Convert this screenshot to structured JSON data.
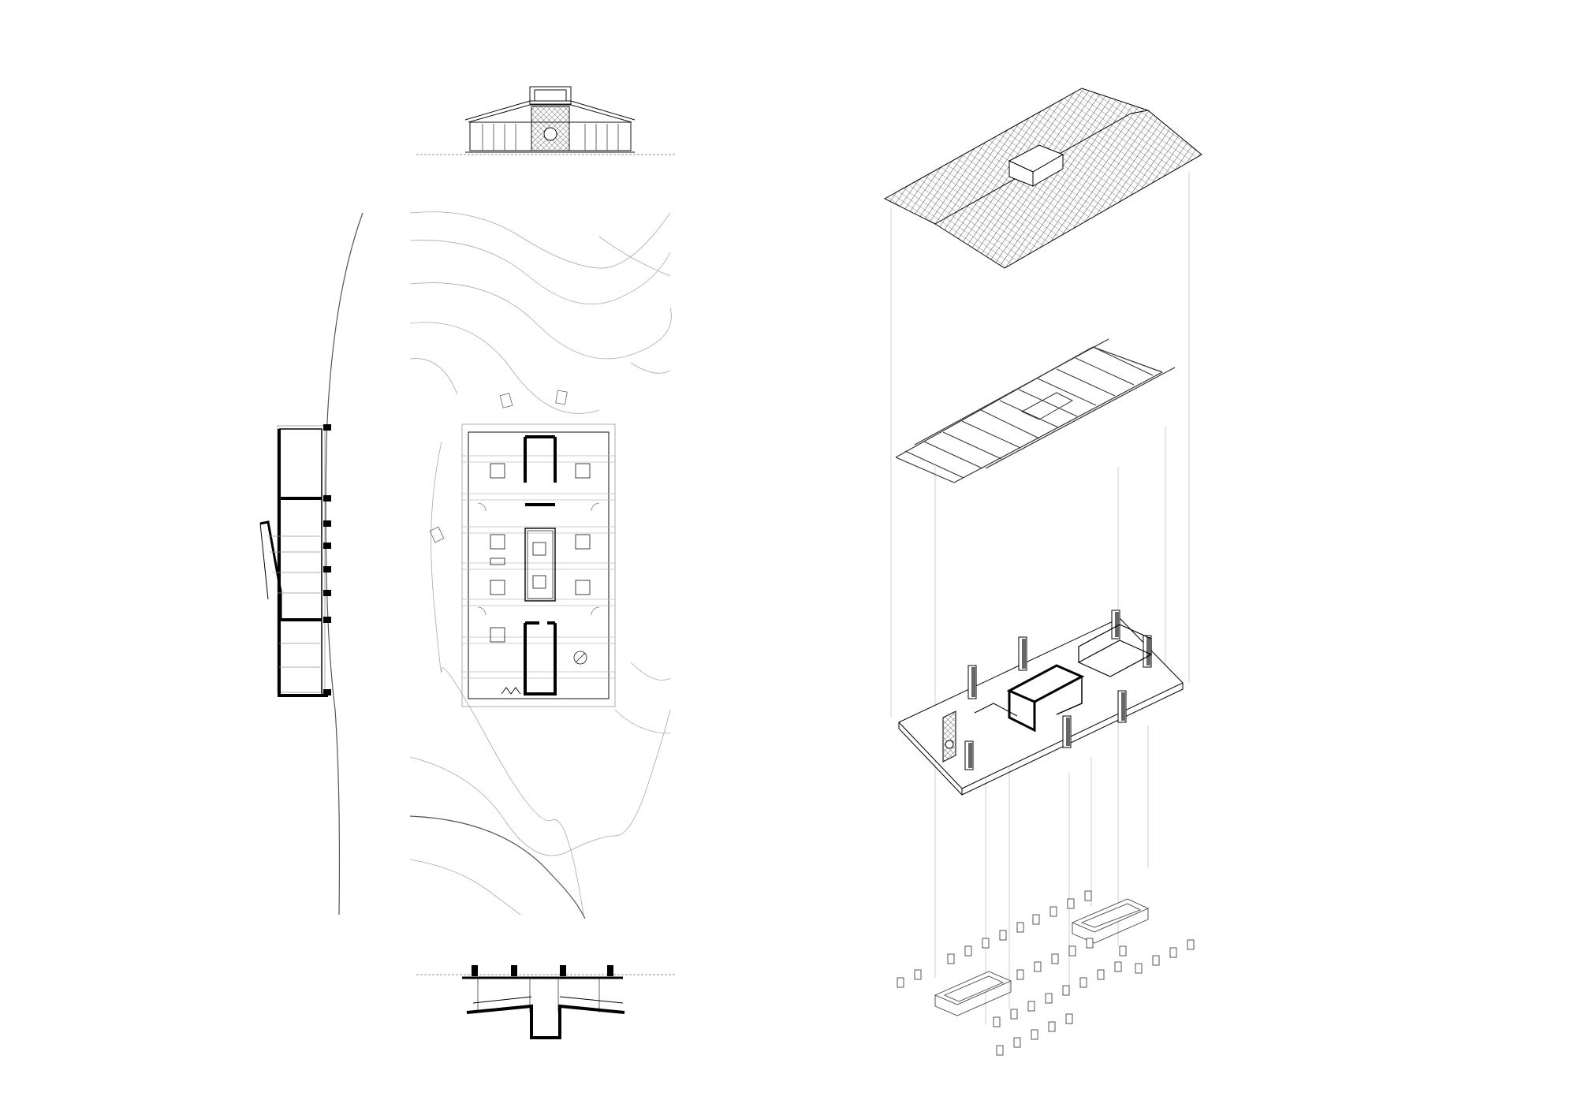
{
  "sheet": {
    "background": "#ffffff",
    "ink": "#111111",
    "thin_ink": "#888888",
    "light_ink": "#bbbbbb"
  },
  "drawings": [
    "front-elevation",
    "side-section",
    "site-floor-plan",
    "cross-section",
    "exploded-axonometric"
  ],
  "axonometric_layers": [
    "roof-covering",
    "roof-truss-frame",
    "floor-slab-with-walls",
    "foundation-footings"
  ],
  "labels": {}
}
